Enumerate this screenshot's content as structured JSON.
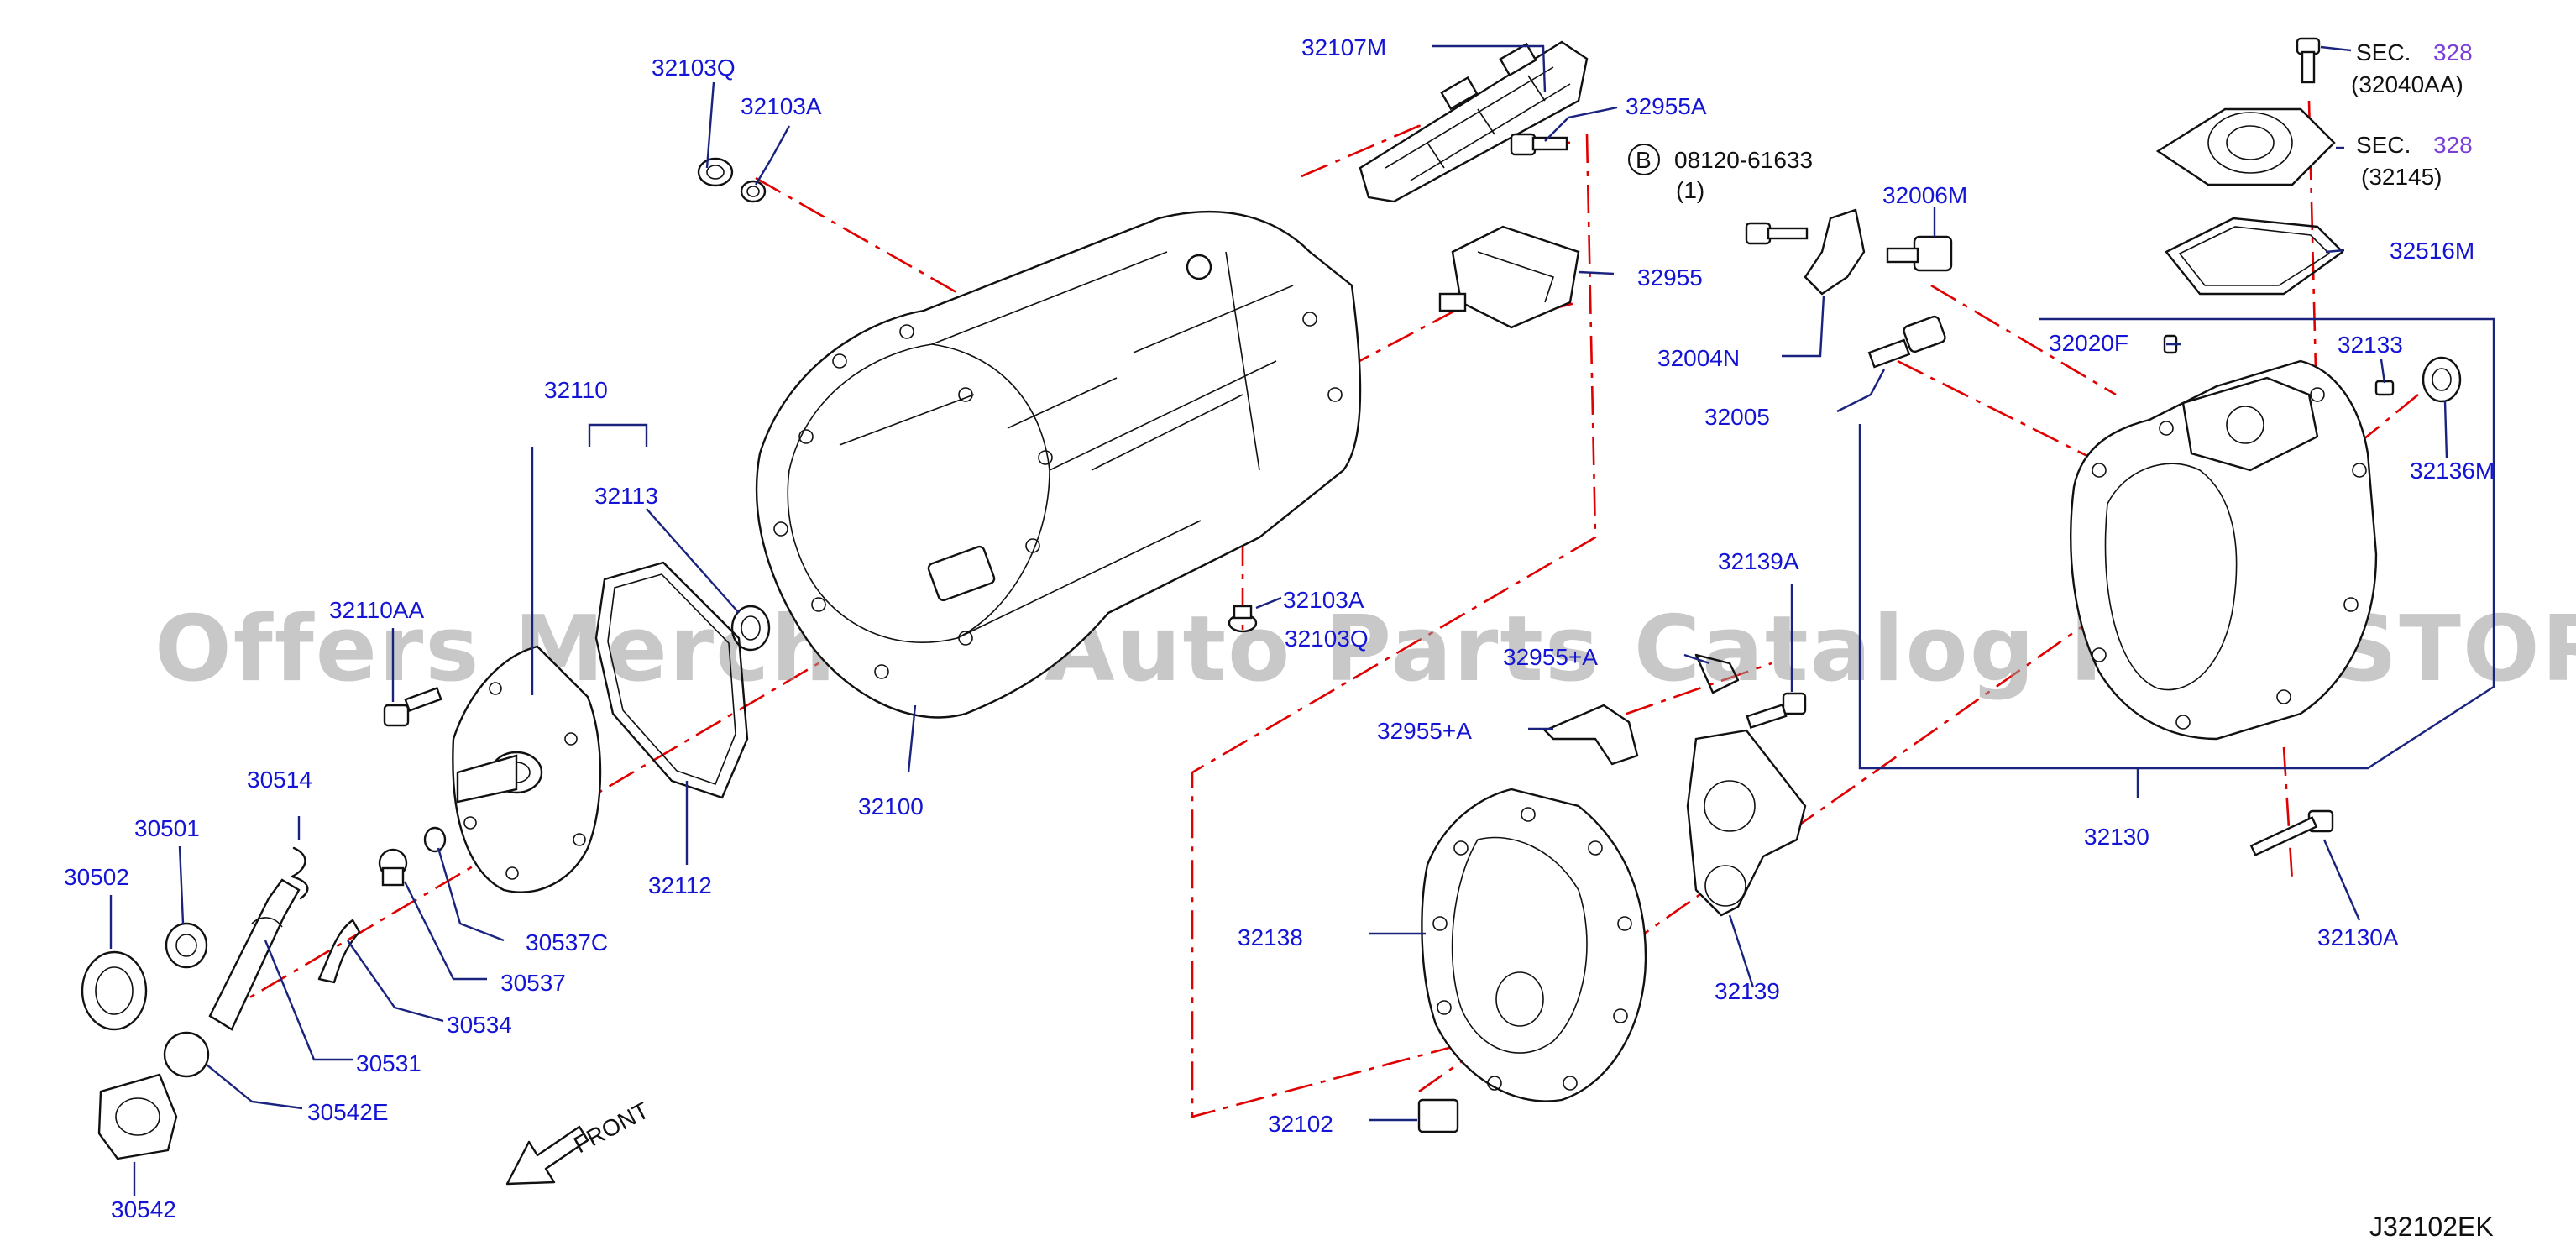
{
  "diagram": {
    "watermark": "Offers Merchant Auto Parts Catalog PARTSTORE.SA",
    "diagram_code": "J32102EK",
    "front_label": "FRONT",
    "bolt_note": {
      "circle_letter": "B",
      "part": "08120-61633",
      "qty": "(1)"
    },
    "sec_refs": [
      {
        "prefix": "SEC.",
        "num": "328",
        "ref": "(32040AA)"
      },
      {
        "prefix": "SEC.",
        "num": "328",
        "ref": "(32145)"
      }
    ],
    "labels": {
      "p32103Q_top": "32103Q",
      "p32103A_top": "32103A",
      "p32107M": "32107M",
      "p32955A": "32955A",
      "p32955": "32955",
      "p32004N": "32004N",
      "p32006M": "32006M",
      "p32005": "32005",
      "p32020F": "32020F",
      "p32133": "32133",
      "p32136M": "32136M",
      "p32516M": "32516M",
      "p32110": "32110",
      "p32113": "32113",
      "p32110AA": "32110AA",
      "p32100": "32100",
      "p32103A_mid": "32103A",
      "p32103Q_mid": "32103Q",
      "p32955A_mid": "32955+A",
      "p32955plusA": "32955+A",
      "p32139A": "32139A",
      "p32130": "32130",
      "p32112": "32112",
      "p30514": "30514",
      "p30501": "30501",
      "p30502": "30502",
      "p30537C": "30537C",
      "p30537": "30537",
      "p30534": "30534",
      "p30531": "30531",
      "p30542E": "30542E",
      "p30542": "30542",
      "p32138": "32138",
      "p32139": "32139",
      "p32130A": "32130A",
      "p32102": "32102"
    }
  }
}
